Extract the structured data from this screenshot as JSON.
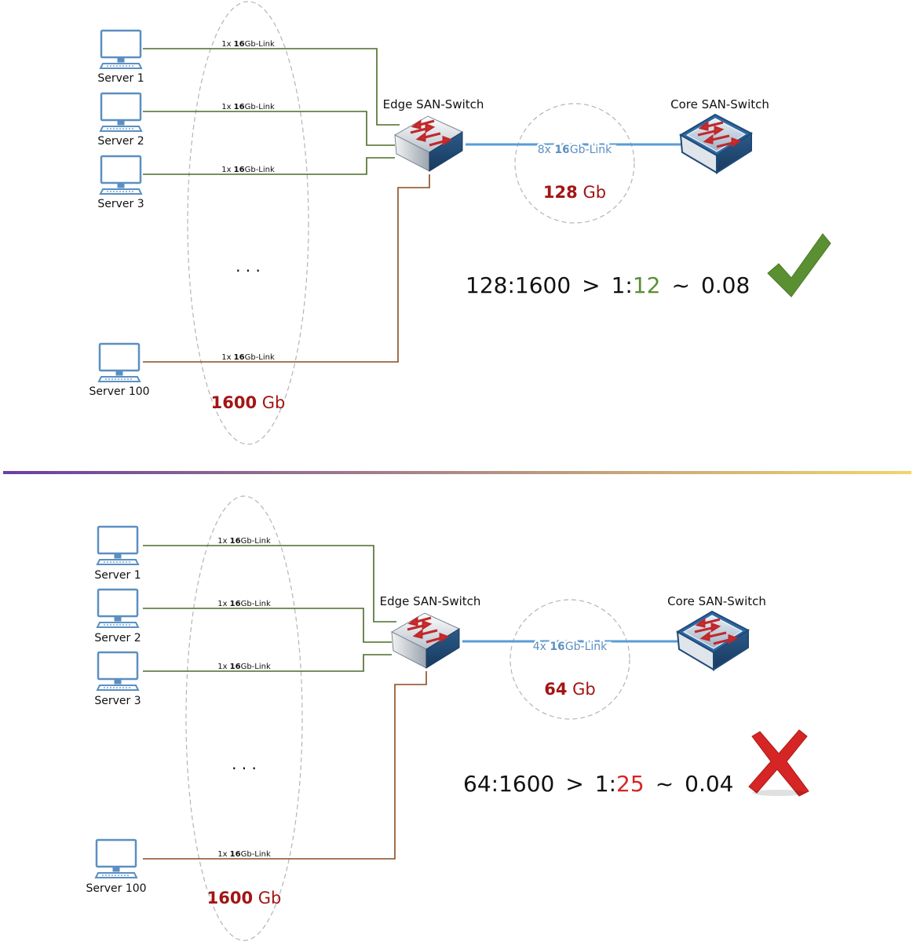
{
  "colors": {
    "server_link": "#4a6b2a",
    "far_link": "#8b4a1f",
    "uplink": "#5a9bd5",
    "uplink_text": "#5b8fc2",
    "ellipse": "#b5b5b5",
    "bandwidth_red": "#a31515",
    "ok_green": "#5a8f32",
    "bad_red": "#d62525",
    "ratio_text": "#111111",
    "divider_start": "#6b3fa0",
    "divider_end": "#f2d56a",
    "monitor": "#5b8fc2"
  },
  "icons": {
    "server": "computer-monitor-icon",
    "switch": "san-switch-icon",
    "ok": "checkmark-icon",
    "bad": "cross-icon"
  },
  "scenarios": [
    {
      "servers": [
        "Server 1",
        "Server 2",
        "Server 3",
        "Server 100"
      ],
      "server_link_prefix": "1x ",
      "server_link_speed": "16",
      "server_link_suffix": "Gb-Link",
      "ellipsis": ". . .",
      "total_bw_number": "1600",
      "total_bw_unit": "Gb",
      "edge_switch": "Edge SAN-Switch",
      "core_switch": "Core SAN-Switch",
      "uplink_prefix": "8x ",
      "uplink_speed": "16",
      "uplink_suffix": "Gb-Link",
      "uplink_bw_number": "128",
      "uplink_bw_unit": "Gb",
      "ratio_lhs": "128:1600",
      "ratio_op": ">",
      "ratio_rhs_prefix": "1:",
      "ratio_rhs_value": "12",
      "ratio_approx": "~",
      "ratio_decimal": "0.08",
      "verdict": "ok"
    },
    {
      "servers": [
        "Server 1",
        "Server 2",
        "Server 3",
        "Server 100"
      ],
      "server_link_prefix": "1x ",
      "server_link_speed": "16",
      "server_link_suffix": "Gb-Link",
      "ellipsis": ". . .",
      "total_bw_number": "1600",
      "total_bw_unit": "Gb",
      "edge_switch": "Edge SAN-Switch",
      "core_switch": "Core SAN-Switch",
      "uplink_prefix": "4x ",
      "uplink_speed": "16",
      "uplink_suffix": "Gb-Link",
      "uplink_bw_number": "64",
      "uplink_bw_unit": "Gb",
      "ratio_lhs": "64:1600",
      "ratio_op": ">",
      "ratio_rhs_prefix": "1:",
      "ratio_rhs_value": "25",
      "ratio_approx": "~",
      "ratio_decimal": "0.04",
      "verdict": "bad"
    }
  ]
}
